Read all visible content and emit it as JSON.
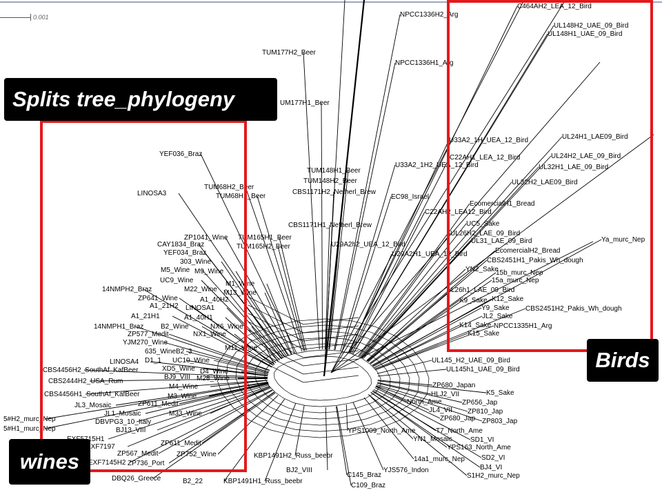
{
  "scale_label": "0.001",
  "callouts": {
    "splits": "Splits tree_phylogeny",
    "birds": "Birds",
    "wines": "wines"
  },
  "highlight_color": "#e3191c",
  "edge_color": "#000000",
  "taxa": [
    {
      "label": "NPCC1336H2_Arg"
    },
    {
      "label": "C464AH2_LEA_12_Bird"
    },
    {
      "label": "UL148H2_UAE_09_Bird"
    },
    {
      "label": "UL148H1_UAE_09_Bird"
    },
    {
      "label": "TUM177H2_Beer"
    },
    {
      "label": "NPCC1336H1_Arg"
    },
    {
      "label": "UM177H1_Beer"
    },
    {
      "label": "U33A2_1H_UEA_12_Bird"
    },
    {
      "label": "C22AH1_LEA_12_Bird"
    },
    {
      "label": "U33A2_1H2_UEA_12_Bird"
    },
    {
      "label": "UL24H1_LAE09_Bird"
    },
    {
      "label": "UL24H2_LAE_09_Bird"
    },
    {
      "label": "UL32H1_LAE_09_Bird"
    },
    {
      "label": "UL32H2_LAE09_Bird"
    },
    {
      "label": "YEF036_Braz"
    },
    {
      "label": "TUM148H1_Beer"
    },
    {
      "label": "TUM148H2_Beer"
    },
    {
      "label": "TUM68H2_Beer"
    },
    {
      "label": "LINOSA3"
    },
    {
      "label": "TUM68H1_Beer"
    },
    {
      "label": "CBS1171H2_Netherl_Brew"
    },
    {
      "label": "EC98_Israel"
    },
    {
      "label": "EcomercialH1_Bread"
    },
    {
      "label": "C22AH2_LEA12_Bird"
    },
    {
      "label": "CBS1171H1_Netherl_Brew"
    },
    {
      "label": "UC5_Sake"
    },
    {
      "label": "UL26H2_LAE_09_Bird"
    },
    {
      "label": "ZP1041_Wine"
    },
    {
      "label": "TUM165H1_Beer"
    },
    {
      "label": "CAY1834_Braz"
    },
    {
      "label": "TUM165H2_Beer"
    },
    {
      "label": "U29A2h2_UEA_12_Bird"
    },
    {
      "label": "UL31_LAE_09_Bird"
    },
    {
      "label": "Ya_murc_Nep"
    },
    {
      "label": "YEF034_Braz"
    },
    {
      "label": "U29A2H1_UEA_12_Bird"
    },
    {
      "label": "EcomercialH2_Bread"
    },
    {
      "label": "303_Wine"
    },
    {
      "label": "CBS2451H1_Pakis_Wh_dough"
    },
    {
      "label": "M5_Wine"
    },
    {
      "label": "M9_Wine"
    },
    {
      "label": "YN2_Sake"
    },
    {
      "label": "15b_murc_Nep"
    },
    {
      "label": "UC9_Wine"
    },
    {
      "label": "15a_murc_Nep"
    },
    {
      "label": "M1_Wine"
    },
    {
      "label": "14NMPH2_Braz"
    },
    {
      "label": "M22_Wine"
    },
    {
      "label": "M13_Wine"
    },
    {
      "label": "L26h1_LAE_09_Bird"
    },
    {
      "label": "ZP641_Wine"
    },
    {
      "label": "A1_40H2"
    },
    {
      "label": "K12_Sake"
    },
    {
      "label": "K9_Sake"
    },
    {
      "label": "A1_21H2"
    },
    {
      "label": "LINOSA1"
    },
    {
      "label": "Y9_Sake"
    },
    {
      "label": "CBS2451H2_Pakis_Wh_dough"
    },
    {
      "label": "A1_21H1"
    },
    {
      "label": "A1_40H1"
    },
    {
      "label": "JL2_Sake"
    },
    {
      "label": "14NMPH1_Braz"
    },
    {
      "label": "B2_Wine"
    },
    {
      "label": "NX6_Wine"
    },
    {
      "label": "K14_Sake"
    },
    {
      "label": "NPCC1335H1_Arg"
    },
    {
      "label": "ZP577_Medit"
    },
    {
      "label": "NX1_Wine"
    },
    {
      "label": "K15_Sake"
    },
    {
      "label": "YJM270_Wine"
    },
    {
      "label": "635_WineB2_3"
    },
    {
      "label": "M11_Wine"
    },
    {
      "label": "D1_1"
    },
    {
      "label": "LINOSA4"
    },
    {
      "label": "UC10_Wine"
    },
    {
      "label": "UL145_H2_UAE_09_Bird"
    },
    {
      "label": "XD5_Wine"
    },
    {
      "label": "D4_Wine"
    },
    {
      "label": "UL145h1_UAE_09_Bird"
    },
    {
      "label": "CBS4456H2_SouthAf_KafBeer"
    },
    {
      "label": "BJ9_VIII"
    },
    {
      "label": "M28_Wine"
    },
    {
      "label": "CBS2444H2_USA_Rum"
    },
    {
      "label": "M4_Wine"
    },
    {
      "label": "ZP680_Japan"
    },
    {
      "label": "CBS4456H1_SouthAf_KafBeer"
    },
    {
      "label": "M3_Wine"
    },
    {
      "label": "HLJ2_VII"
    },
    {
      "label": "K5_Sake"
    },
    {
      "label": "JL3_Mosaic"
    },
    {
      "label": "ZP611_Medit"
    },
    {
      "label": "North_Ame"
    },
    {
      "label": "ZP656_Jap"
    },
    {
      "label": "JL1_Mosaic"
    },
    {
      "label": "M33_Wine"
    },
    {
      "label": "JL4_VII"
    },
    {
      "label": "ZP810_Jap"
    },
    {
      "label": "5#H2_murc_Nep"
    },
    {
      "label": "DBVPG3_10_Italy"
    },
    {
      "label": "ZP680_Jap"
    },
    {
      "label": "ZP803_Jap"
    },
    {
      "label": "5#H1_murc_Nep"
    },
    {
      "label": "BJ13_VIII"
    },
    {
      "label": "YPS1009_North_Ame"
    },
    {
      "label": "T7_North_Ame"
    },
    {
      "label": "EXF5715H1"
    },
    {
      "label": "YN1_Mosaic"
    },
    {
      "label": "SD1_VI"
    },
    {
      "label": "ZP611_Medit"
    },
    {
      "label": "KBP1491H2_Russ_beebr"
    },
    {
      "label": "YPS163_North_Ame"
    },
    {
      "label": "EXF7197"
    },
    {
      "label": "ZP567_Medit"
    },
    {
      "label": "ZP752_Wine"
    },
    {
      "label": "14a1_murc_Nep"
    },
    {
      "label": "SD2_VI"
    },
    {
      "label": "EXF7145H2"
    },
    {
      "label": "ZP736_Port"
    },
    {
      "label": "BJ4_VI"
    },
    {
      "label": "BJ2_VIII"
    },
    {
      "label": "C145_Braz"
    },
    {
      "label": "YJS576_Indon"
    },
    {
      "label": "S1H2_murc_Nep"
    },
    {
      "label": "DBQ26_Greece"
    },
    {
      "label": "B2_22"
    },
    {
      "label": "KBP1491H1_Russ_beebr"
    },
    {
      "label": "C109_Braz"
    }
  ]
}
